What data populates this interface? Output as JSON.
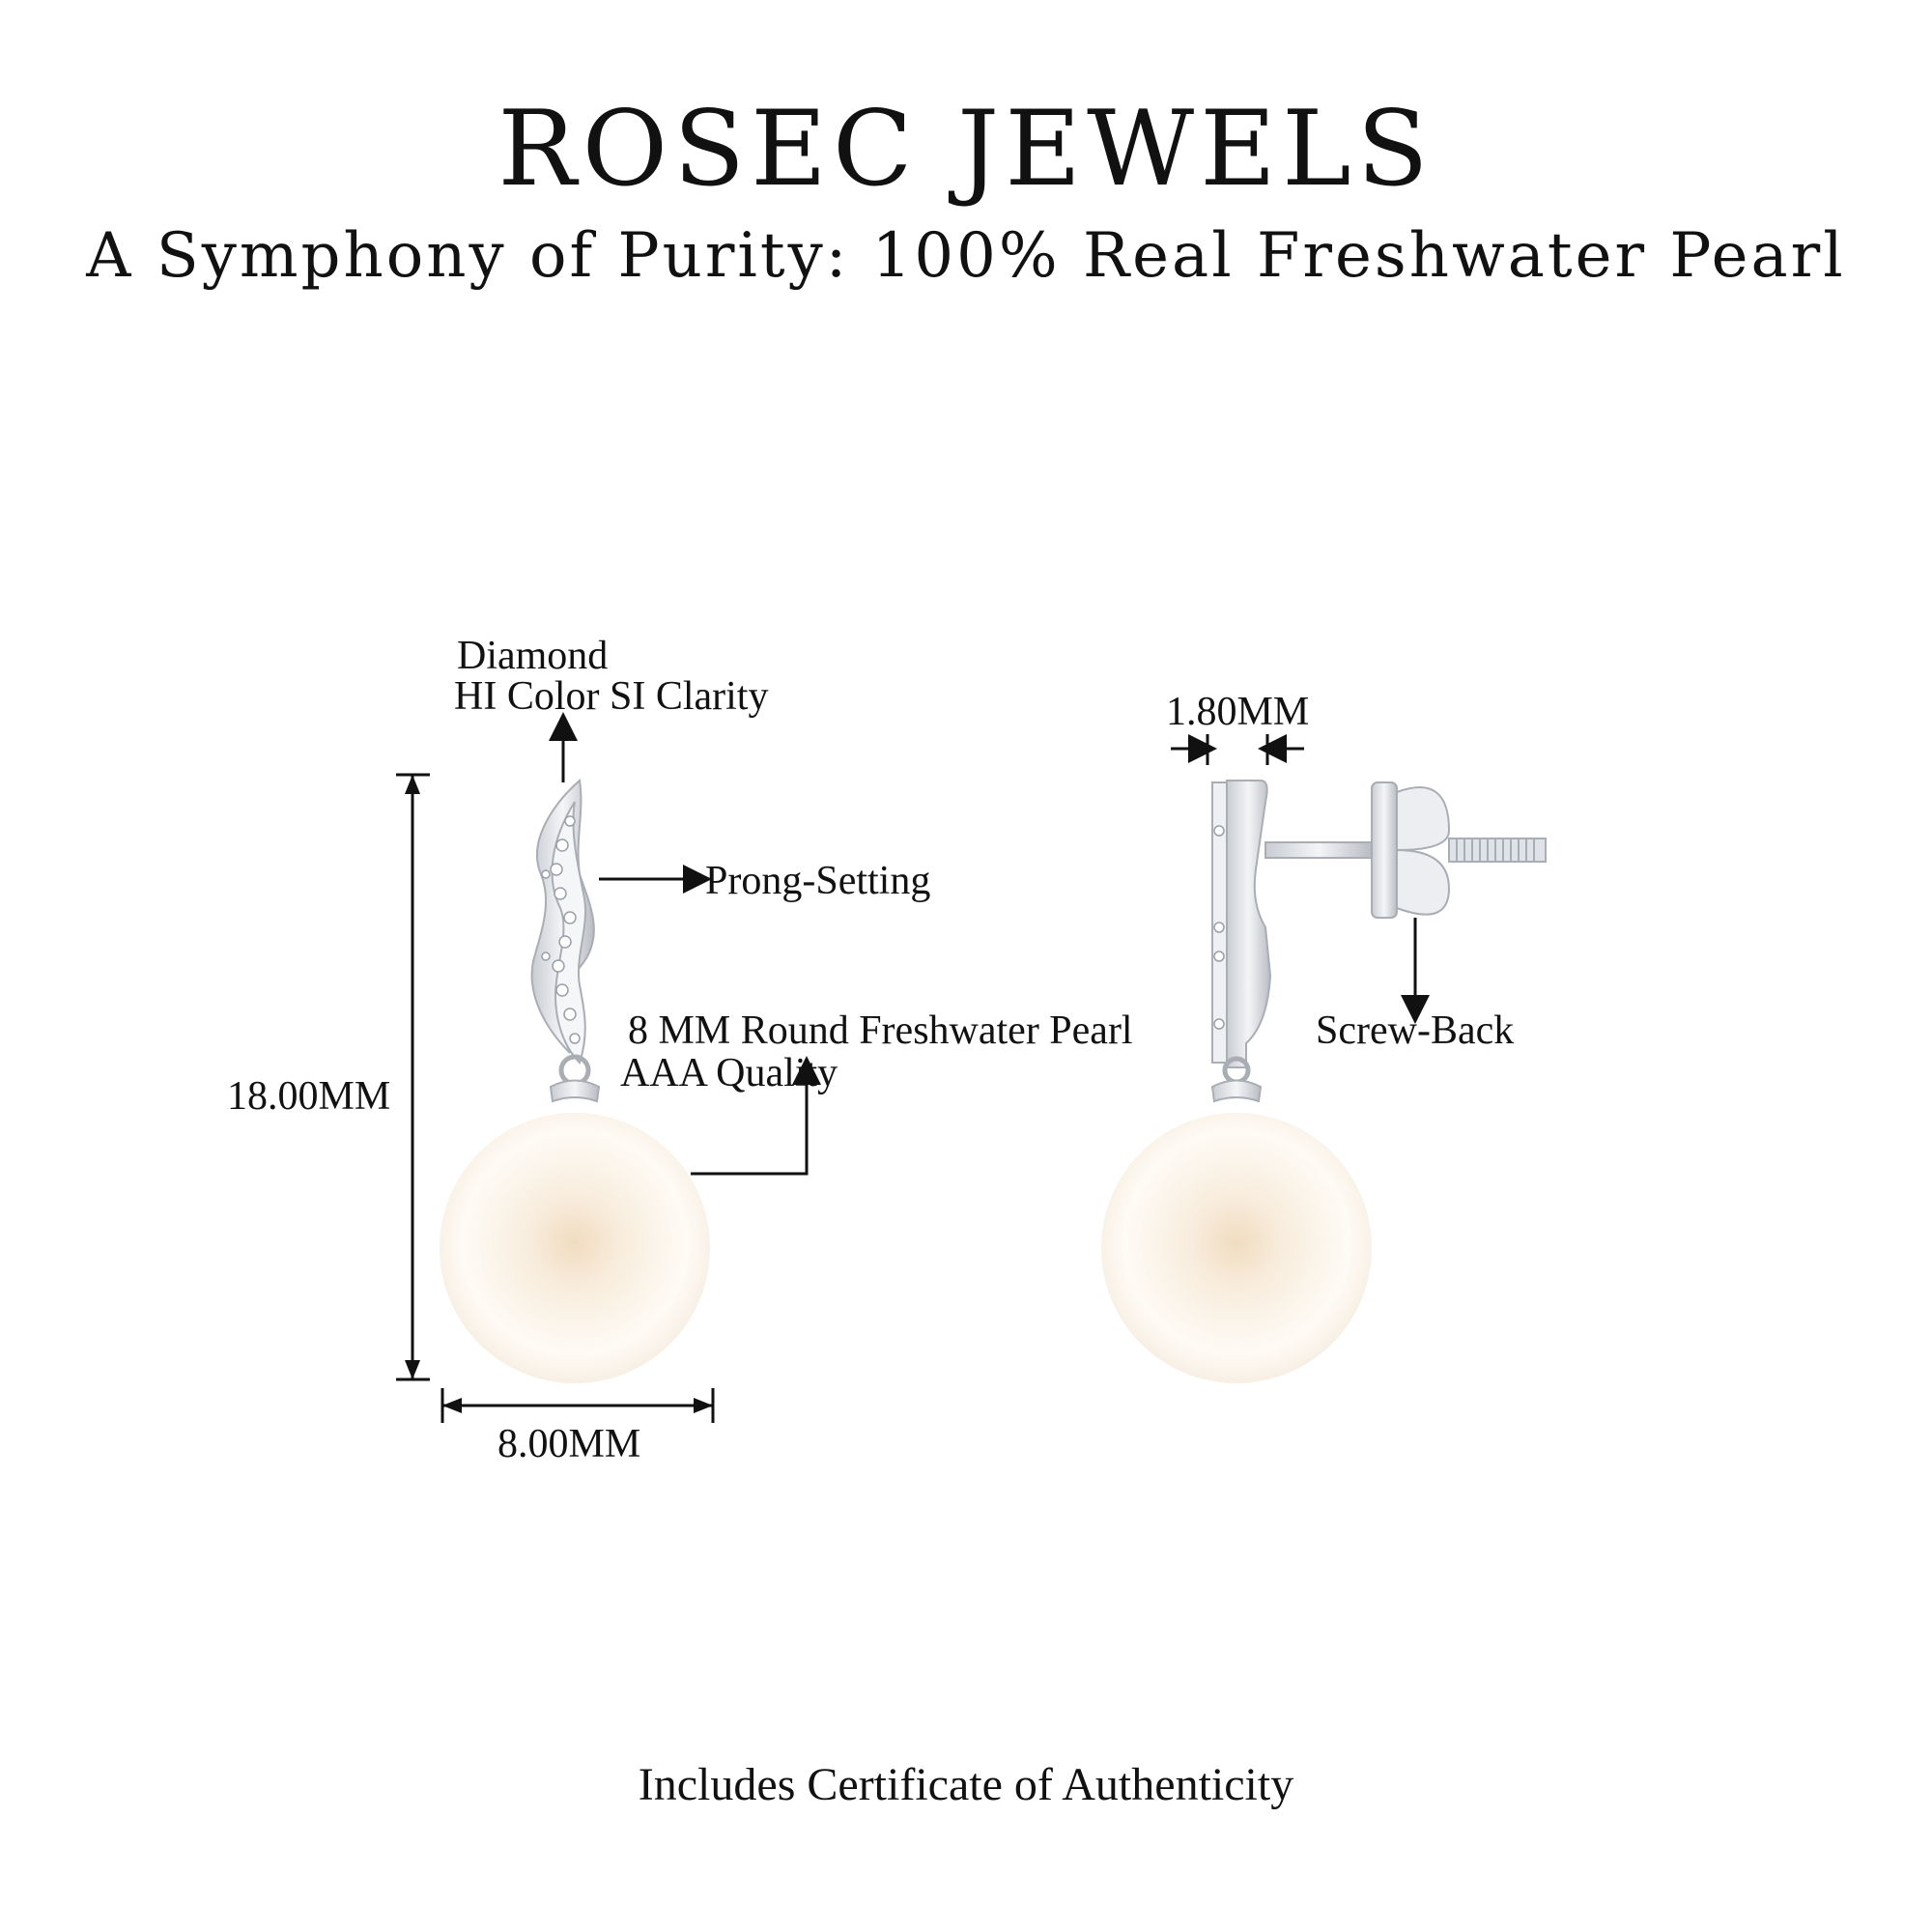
{
  "brand": "ROSEC JEWELS",
  "tagline": "A Symphony of Purity: 100% Real Freshwater Pearl",
  "footer": "Includes Certificate of Authenticity",
  "labels": {
    "diamond_line1": "Diamond",
    "diamond_line2": "HI Color SI Clarity",
    "prong": "Prong-Setting",
    "pearl_line1": "8 MM Round Freshwater Pearl",
    "pearl_line2": "AAA Quality",
    "height": "18.00MM",
    "width": "8.00MM",
    "thickness": "1.80MM",
    "screw": "Screw-Back"
  },
  "colors": {
    "text": "#111111",
    "metal": "#e4e7ec",
    "metal_edge": "#a9adb4",
    "pearl": "#fdf7ee",
    "pearl_shadow": "#f0e1cc"
  }
}
